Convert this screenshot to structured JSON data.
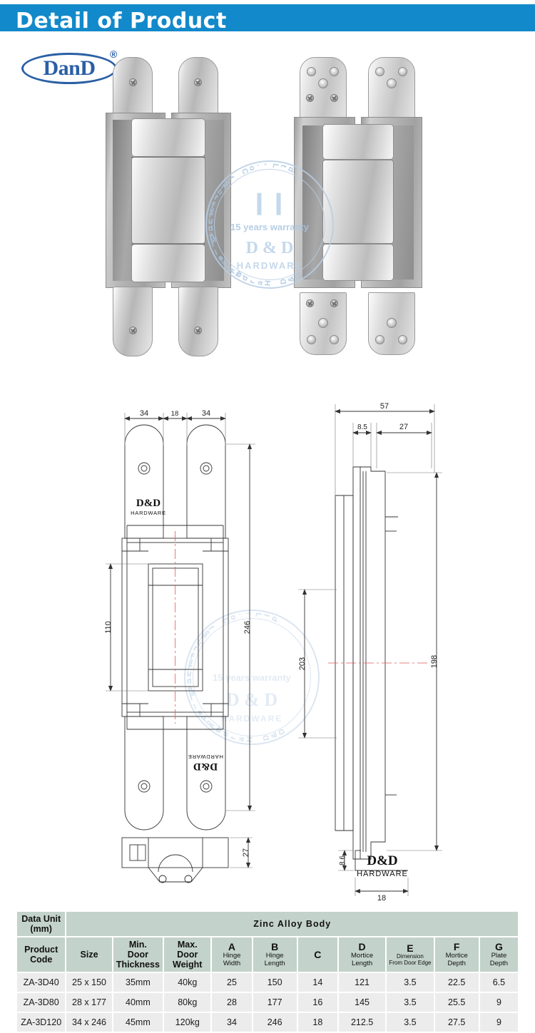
{
  "header": {
    "title": "Detail of Product",
    "banner_color": "#1289ca"
  },
  "brand": {
    "name": "DanD",
    "registered_mark": "®",
    "color": "#2a5fa5"
  },
  "watermark": {
    "company": "D&D Hardware Industrial Co.,Ltd",
    "warranty": "15 years warranty",
    "logo_line1": "D & D",
    "logo_line2": "HARDWARE",
    "tagline": "Global Manufacturer",
    "color": "#b9cde4"
  },
  "photos": {
    "left_caption": "",
    "right_caption": ""
  },
  "drawing": {
    "front_view": {
      "top_dims": [
        "34",
        "18",
        "34"
      ],
      "left_dim": "110",
      "right_dim": "246",
      "logo_line1": "D&D",
      "logo_line2": "HARDWARE",
      "logo_bottom_line1": "D&D",
      "logo_bottom_line2": "HARDWARE"
    },
    "side_view": {
      "top_dim": "57",
      "inner_dim_1": "8.5",
      "inner_dim_2": "27",
      "left_dim": "203",
      "right_dim": "198"
    },
    "bottom_view": {
      "height_dim": "27"
    },
    "detail_view": {
      "height_dim": "8.6",
      "width_dim": "18",
      "logo_line1": "D&D",
      "logo_line2": "HARDWARE"
    }
  },
  "table": {
    "unit_header_line1": "Data Unit",
    "unit_header_line2": "(mm)",
    "group_header": "Zinc  Alloy  Body",
    "header_bg": "#c3d2cb",
    "row_bg": "#ececec",
    "columns": [
      {
        "line1": "Product",
        "line2": "Code",
        "letter": "",
        "desc": ""
      },
      {
        "line1": "Size",
        "line2": "",
        "letter": "",
        "desc": ""
      },
      {
        "line1": "Min.",
        "line2": "Door",
        "line3": "Thickness",
        "letter": "",
        "desc": ""
      },
      {
        "line1": "Max.",
        "line2": "Door",
        "line3": "Weight",
        "letter": "",
        "desc": ""
      },
      {
        "letter": "A",
        "desc": "Hinge\nWidth"
      },
      {
        "letter": "B",
        "desc": "Hinge\nLength"
      },
      {
        "letter": "C",
        "desc": ""
      },
      {
        "letter": "D",
        "desc": "Mortice\nLength"
      },
      {
        "letter": "E",
        "desc": "Dimension\nFrom Door Edge"
      },
      {
        "letter": "F",
        "desc": "Mortice\nDepth"
      },
      {
        "letter": "G",
        "desc": "Plate\nDepth"
      }
    ],
    "col_labels": {
      "product_code_l1": "Product",
      "product_code_l2": "Code",
      "size": "Size",
      "min_door_l1": "Min.",
      "min_door_l2": "Door",
      "min_door_l3": "Thickness",
      "max_door_l1": "Max.",
      "max_door_l2": "Door",
      "max_door_l3": "Weight",
      "a_letter": "A",
      "a_d1": "Hinge",
      "a_d2": "Width",
      "b_letter": "B",
      "b_d1": "Hinge",
      "b_d2": "Length",
      "c_letter": "C",
      "d_letter": "D",
      "d_d1": "Mortice",
      "d_d2": "Length",
      "e_letter": "E",
      "e_d1": "Dimension",
      "e_d2": "From Door Edge",
      "f_letter": "F",
      "f_d1": "Mortice",
      "f_d2": "Depth",
      "g_letter": "G",
      "g_d1": "Plate",
      "g_d2": "Depth"
    },
    "rows": [
      {
        "product_code": "ZA-3D40",
        "size": "25 x 150",
        "min_door_thickness": "35mm",
        "max_door_weight": "40kg",
        "a": "25",
        "b": "150",
        "c": "14",
        "d": "121",
        "e": "3.5",
        "f": "22.5",
        "g": "6.5"
      },
      {
        "product_code": "ZA-3D80",
        "size": "28 x 177",
        "min_door_thickness": "40mm",
        "max_door_weight": "80kg",
        "a": "28",
        "b": "177",
        "c": "16",
        "d": "145",
        "e": "3.5",
        "f": "25.5",
        "g": "9"
      },
      {
        "product_code": "ZA-3D120",
        "size": "34 x 246",
        "min_door_thickness": "45mm",
        "max_door_weight": "120kg",
        "a": "34",
        "b": "246",
        "c": "18",
        "d": "212.5",
        "e": "3.5",
        "f": "27.5",
        "g": "9"
      }
    ]
  }
}
